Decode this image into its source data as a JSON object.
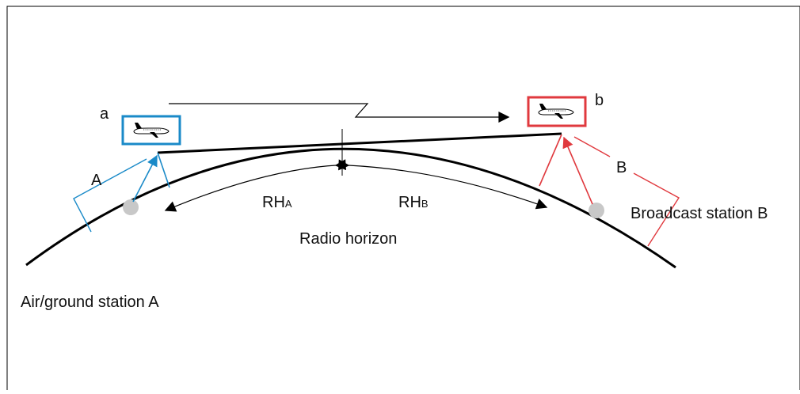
{
  "diagram": {
    "labels": {
      "aircraft_a": "a",
      "aircraft_b": "b",
      "station_a_marker": "A",
      "station_b_marker": "B",
      "rh_a_main": "RH",
      "rh_a_sub": "A",
      "rh_b_main": "RH",
      "rh_b_sub": "B",
      "radio_horizon": "Radio horizon",
      "air_ground_station": "Air/ground station A",
      "broadcast_station": "Broadcast station B"
    },
    "colors": {
      "station_a": "#1a8ac8",
      "station_b": "#e0393e",
      "line": "#000000",
      "station_dot": "#c8c8c8"
    },
    "icons": {
      "aircraft_a": "airplane-icon",
      "aircraft_b": "airplane-icon"
    }
  }
}
